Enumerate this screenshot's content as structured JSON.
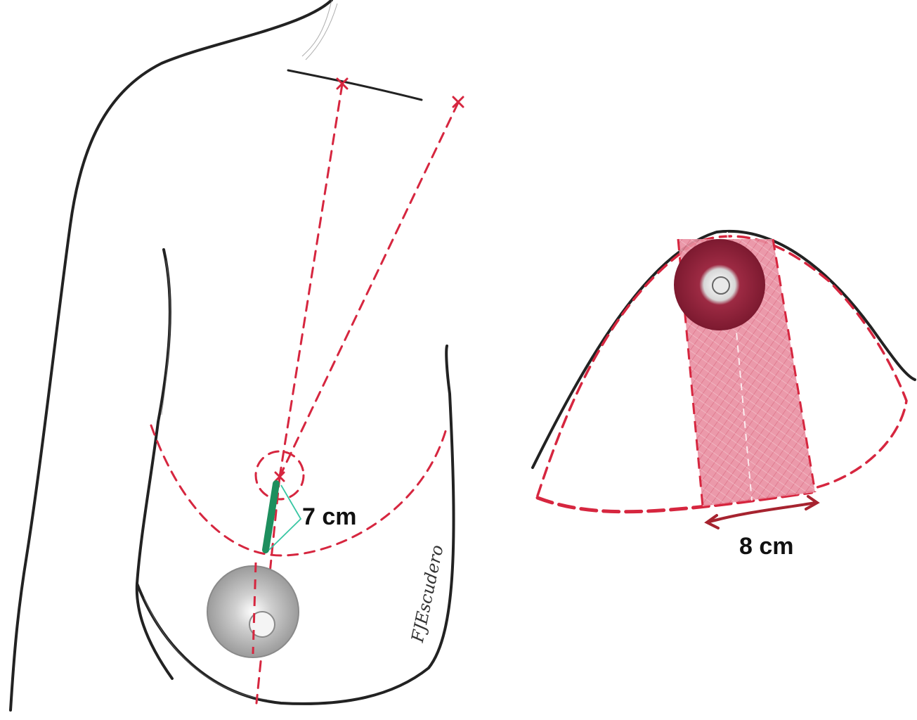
{
  "diagram": {
    "measurements": {
      "left_distance": "7 cm",
      "right_width": "8 cm"
    },
    "signature": "FJEscudero",
    "colors": {
      "outline": "#222222",
      "marking": "#d6263f",
      "pedicle_fill": "#dd5a72",
      "areola_dark": "#8f1f37",
      "nipple_gray": "#8a8a8a",
      "green_marker": "#1d8f5e",
      "cyan_line": "#38c6a3"
    }
  }
}
